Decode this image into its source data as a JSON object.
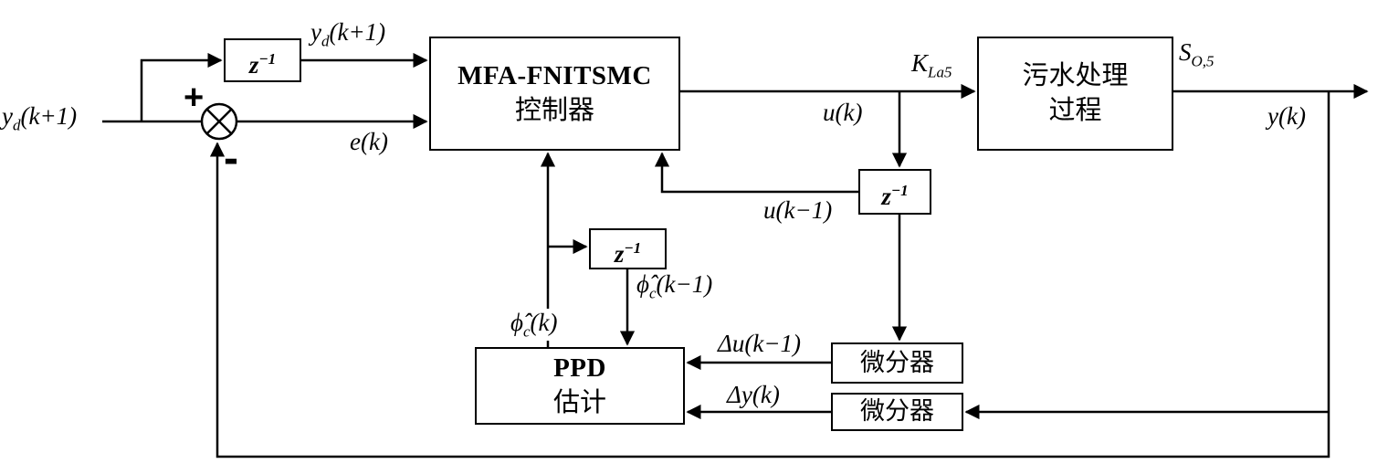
{
  "diagram": {
    "blocks": {
      "delay_yd": {
        "base": "z",
        "sup": "−1"
      },
      "controller": {
        "line1": "MFA-FNITSMC",
        "line2": "控制器"
      },
      "process": {
        "line1": "污水处理",
        "line2": "过程"
      },
      "delay_u": {
        "base": "z",
        "sup": "−1"
      },
      "delay_phi": {
        "base": "z",
        "sup": "−1"
      },
      "ppd": {
        "line1": "PPD",
        "line2": "估计"
      },
      "diff_u": {
        "label": "微分器"
      },
      "diff_y": {
        "label": "微分器"
      }
    },
    "signals": {
      "yd_input": {
        "main": "y",
        "sub": "d",
        "rest": "(k+1)"
      },
      "yd_delayed": {
        "main": "y",
        "sub": "d",
        "rest": "(k+1)"
      },
      "error": {
        "main": "e",
        "rest": "(k)"
      },
      "u": {
        "main": "u",
        "rest": "(k)"
      },
      "k_la5": {
        "main": "K",
        "sub": "La5"
      },
      "s_o5": {
        "main": "S",
        "sub": "O,5"
      },
      "y": {
        "main": "y",
        "rest": "(k)"
      },
      "u_prev": {
        "main": "u",
        "rest": "(k−1)"
      },
      "phi_hat": {
        "main": "ϕ̂",
        "sub": "c",
        "rest": "(k)"
      },
      "phi_hat_prev": {
        "main": "ϕ̂",
        "sub": "c",
        "rest": "(k−1)"
      },
      "delta_u": {
        "main": "Δu",
        "rest": "(k−1)"
      },
      "delta_y": {
        "main": "Δy",
        "rest": "(k)"
      }
    },
    "operators": {
      "plus": "+",
      "minus": "-"
    }
  }
}
